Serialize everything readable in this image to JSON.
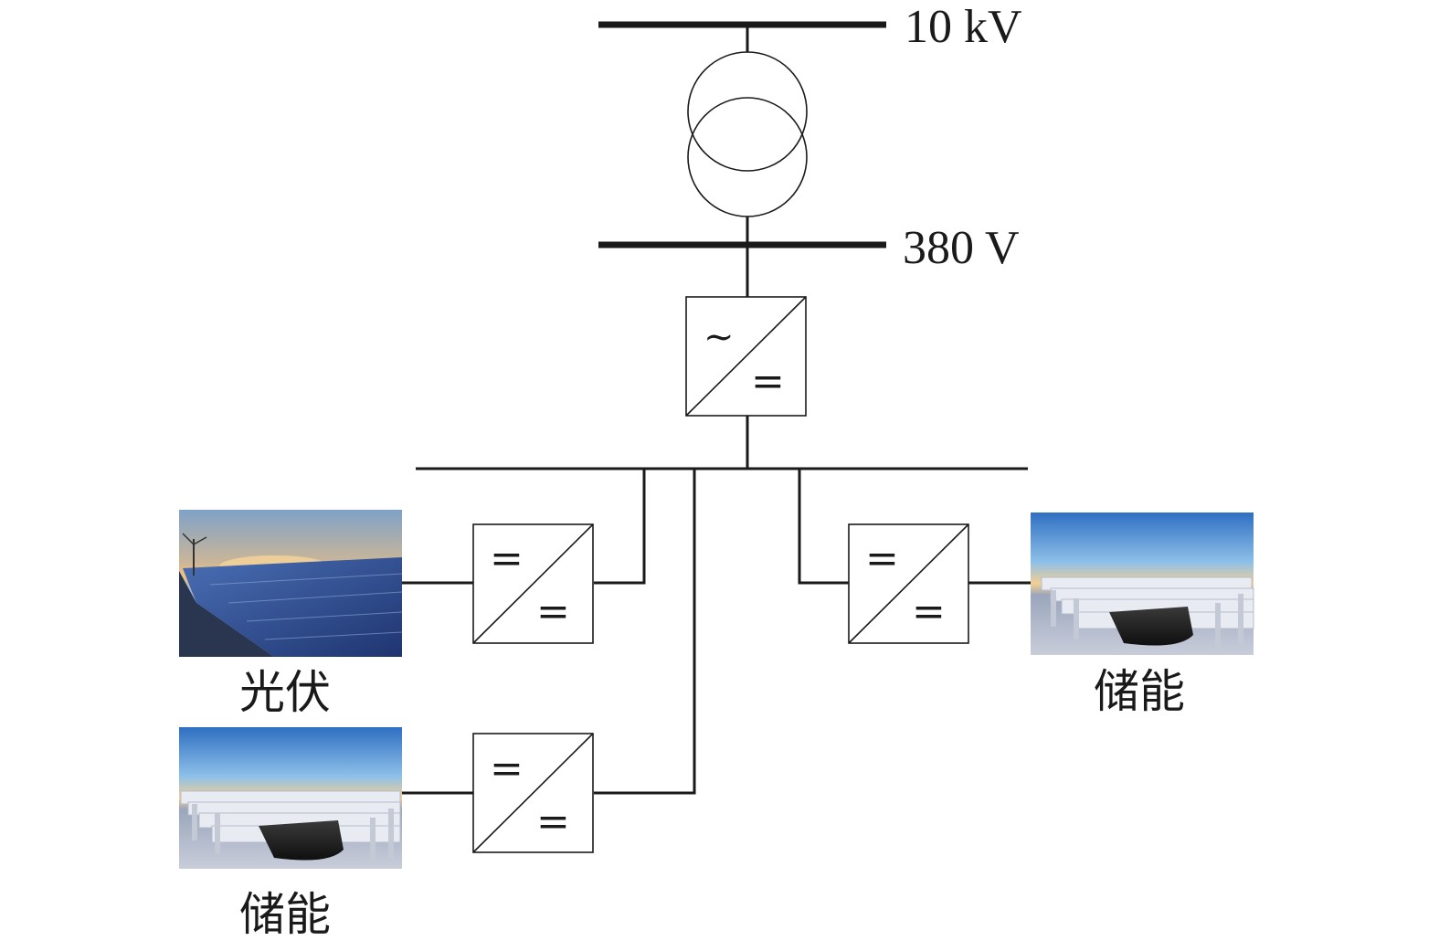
{
  "buses": {
    "hv_label": "10 kV",
    "lv_label": "380 V"
  },
  "converters": {
    "ac_symbol": "~",
    "dc_symbol": "="
  },
  "sources": {
    "pv_label": "光伏",
    "storage_right_label": "储能",
    "storage_left_label": "储能"
  },
  "colors": {
    "line": "#1a1a1a",
    "sky_top": "#3f7fc8",
    "sunset": "#f3c07a",
    "panel": "#2c4a8f"
  }
}
